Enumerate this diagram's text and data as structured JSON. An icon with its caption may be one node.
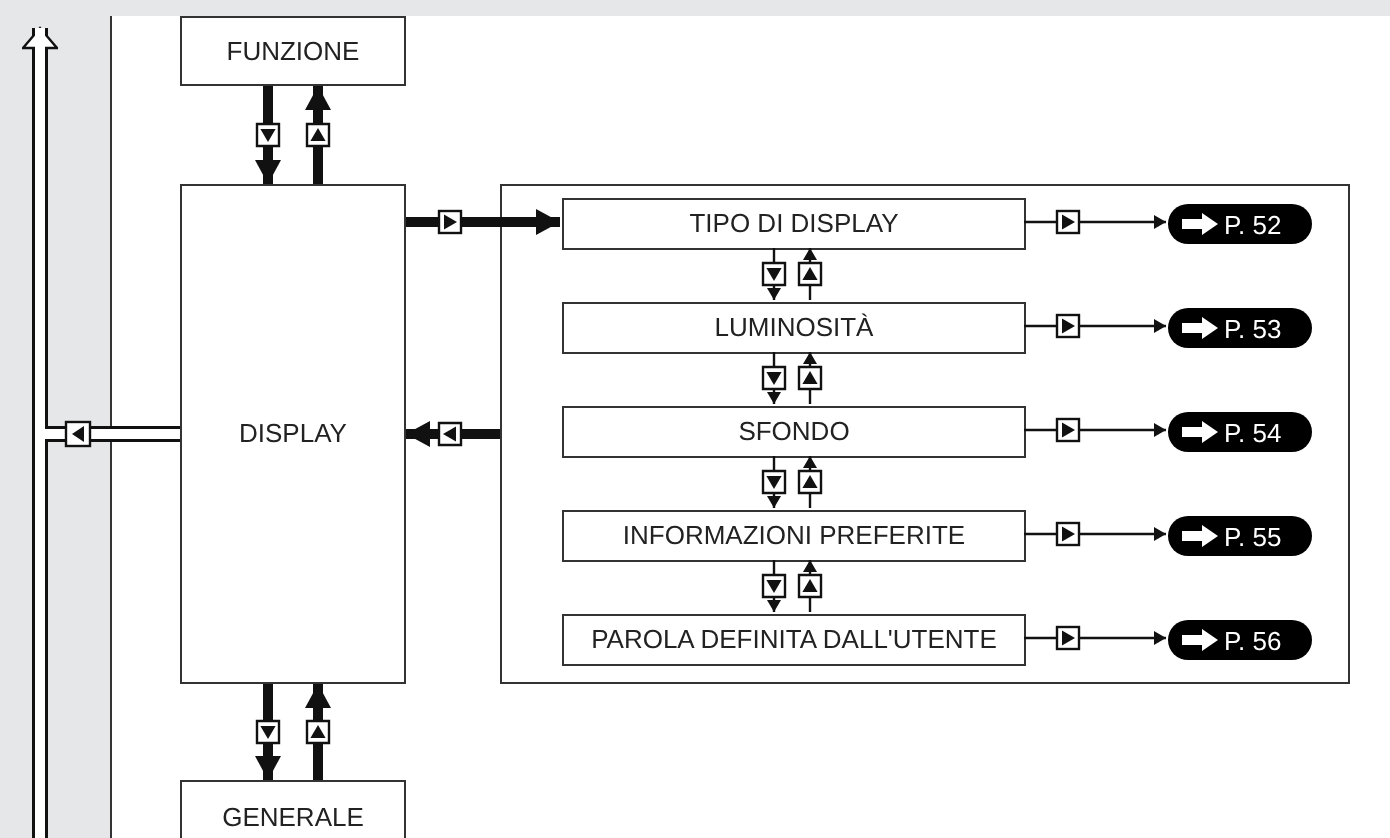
{
  "diagram": {
    "nodes": [
      {
        "text": [
          "FUNZIONE"
        ]
      },
      {
        "text": [
          "DISPLAY"
        ]
      },
      {
        "text": [
          "GENERALE"
        ]
      },
      {
        "text": [],
        "shape": "box"
      },
      {
        "text": [
          "TIPO DI DISPLAY"
        ],
        "in": 3
      },
      {
        "text": [
          "LUMINOSITÀ"
        ],
        "in": 3
      },
      {
        "text": [
          "SFONDO"
        ],
        "in": 3
      },
      {
        "text": [
          "INFORMAZIONI PREFERITE"
        ],
        "in": 3
      },
      {
        "text": [
          "PAROLA DEFINITA DALL'UTENTE"
        ],
        "in": 3
      },
      {
        "text": [
          "P. 52"
        ],
        "in": 3
      },
      {
        "text": [
          "P. 53"
        ],
        "in": 3
      },
      {
        "text": [
          "P. 54"
        ],
        "in": 3
      },
      {
        "text": [
          "P. 55"
        ],
        "in": 3
      },
      {
        "text": [
          "P. 56"
        ],
        "in": 3
      }
    ],
    "edges": [
      {
        "from": 0,
        "to": 1,
        "arrow": "to",
        "style": "thick"
      },
      {
        "from": 1,
        "to": 0,
        "arrow": "to",
        "style": "thick"
      },
      {
        "from": 1,
        "to": 4,
        "arrow": "to",
        "style": "thick"
      },
      {
        "from": 3,
        "to": 1,
        "arrow": "to",
        "style": "thick"
      },
      {
        "from": 1,
        "to": 2,
        "arrow": "to",
        "style": "thick"
      },
      {
        "from": 2,
        "to": 1,
        "arrow": "to",
        "style": "thick"
      },
      {
        "from": 1,
        "to": null,
        "arrow": "to",
        "style": "thick"
      },
      {
        "from": 4,
        "to": 5,
        "arrow": "to"
      },
      {
        "from": 5,
        "to": 4,
        "arrow": "to"
      },
      {
        "from": 5,
        "to": 6,
        "arrow": "to"
      },
      {
        "from": 6,
        "to": 5,
        "arrow": "to"
      },
      {
        "from": 6,
        "to": 7,
        "arrow": "to"
      },
      {
        "from": 7,
        "to": 6,
        "arrow": "to"
      },
      {
        "from": 7,
        "to": 8,
        "arrow": "to"
      },
      {
        "from": 8,
        "to": 7,
        "arrow": "to"
      },
      {
        "from": 4,
        "to": 9,
        "arrow": "to"
      },
      {
        "from": 5,
        "to": 10,
        "arrow": "to"
      },
      {
        "from": 6,
        "to": 11,
        "arrow": "to"
      },
      {
        "from": 7,
        "to": 12,
        "arrow": "to"
      },
      {
        "from": 8,
        "to": 13,
        "arrow": "to"
      }
    ]
  }
}
